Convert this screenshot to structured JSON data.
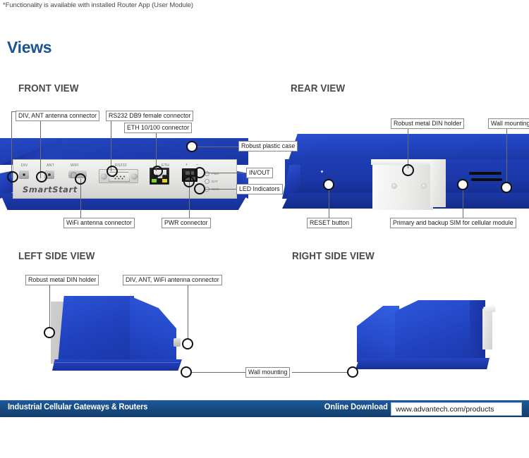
{
  "footnote": "*Functionality is available with installed Router App (User Module)",
  "heading": "Views",
  "sections": {
    "front": "FRONT VIEW",
    "rear": "REAR VIEW",
    "left": "LEFT SIDE VIEW",
    "right": "RIGHT SIDE VIEW"
  },
  "front_view": {
    "callouts": {
      "div_ant": "DIV, ANT antenna connector",
      "rs232": "RS232 DB9 female connector",
      "eth": "ETH 10/100 connector",
      "plastic_case": "Robust plastic case",
      "in_out": "IN/OUT",
      "led_indicators": "LED Indicators",
      "wifi": "WiFi antenna connector",
      "pwr": "PWR connector"
    },
    "port_labels": {
      "div": "DIV",
      "ant": "ANT",
      "wifi": "WIFI",
      "rs232": "RS232",
      "eth": "ETH",
      "plus": "+",
      "minus": "–"
    },
    "led_labels": [
      "PWR",
      "DAT",
      "WAN"
    ],
    "brand": "SmartStart"
  },
  "rear_view": {
    "callouts": {
      "din_holder": "Robust metal DIN holder",
      "wall_mounting": "Wall mounting",
      "reset": "RESET button",
      "sim": "Primary and backup SIM for cellular module"
    }
  },
  "left_view": {
    "callouts": {
      "din_holder": "Robust metal DIN holder",
      "antenna": "DIV, ANT, WiFi antenna connector"
    }
  },
  "side_views": {
    "wall_mounting": "Wall mounting"
  },
  "footer": {
    "title": "Industrial Cellular Gateways & Routers",
    "download_label": "Online Download",
    "url": "www.advantech.com/products"
  },
  "colors": {
    "heading_blue": "#1a5591",
    "section_gray": "#4a4a4a",
    "device_blue": "#1f3fb4",
    "footer_blue": "#17497f"
  }
}
